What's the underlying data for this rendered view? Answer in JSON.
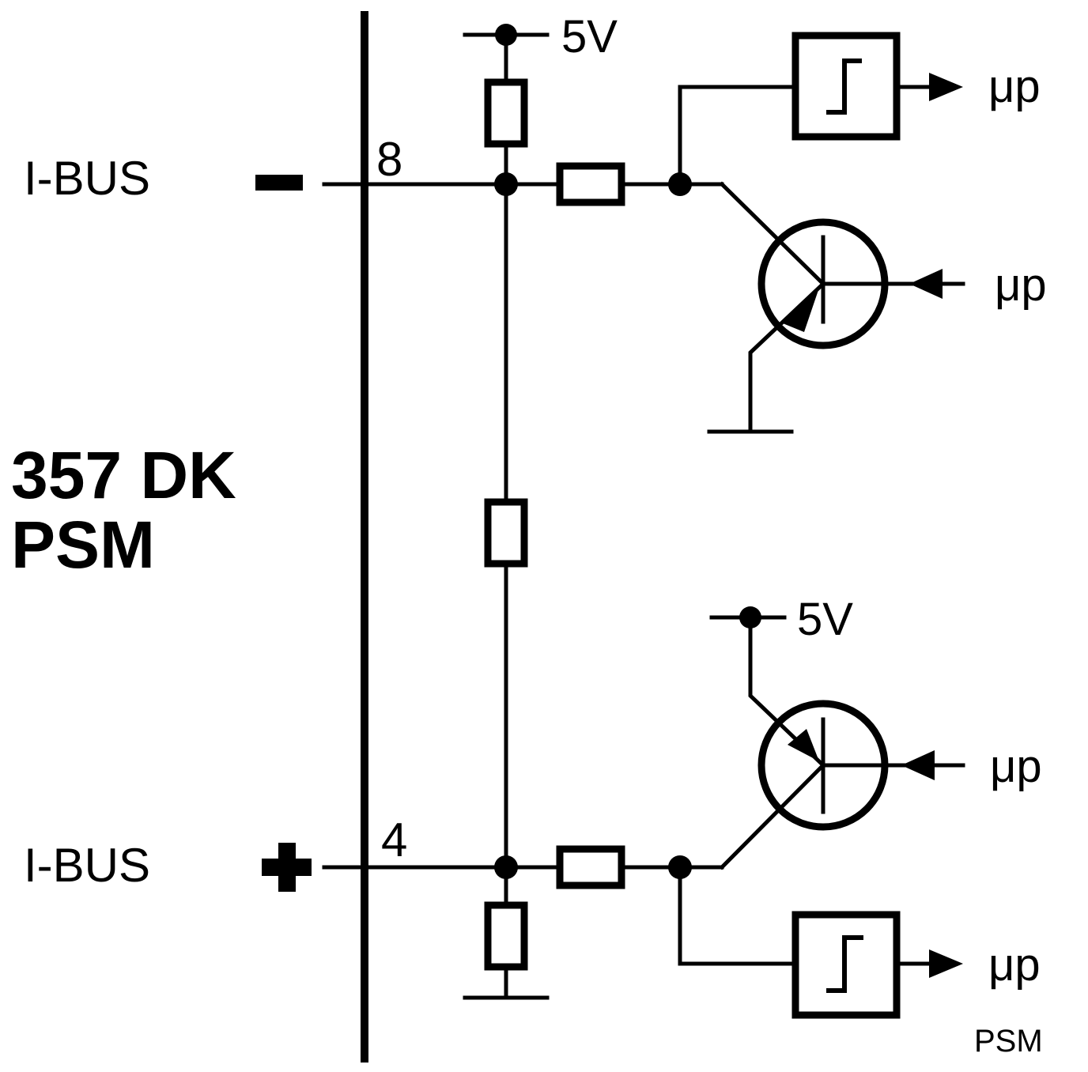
{
  "title": {
    "line1": "357 DK",
    "line2": "PSM"
  },
  "terminals": {
    "minus": {
      "label": "I-BUS",
      "pin": "8",
      "symbol": "minus"
    },
    "plus": {
      "label": "I-BUS",
      "pin": "4",
      "symbol": "plus"
    }
  },
  "supply": {
    "top": "5V",
    "bottom": "5V"
  },
  "micro_labels": {
    "comparator_top": "μp",
    "transistor_top": "μp",
    "transistor_bottom": "μp",
    "comparator_bottom": "μp"
  },
  "footer": "PSM"
}
